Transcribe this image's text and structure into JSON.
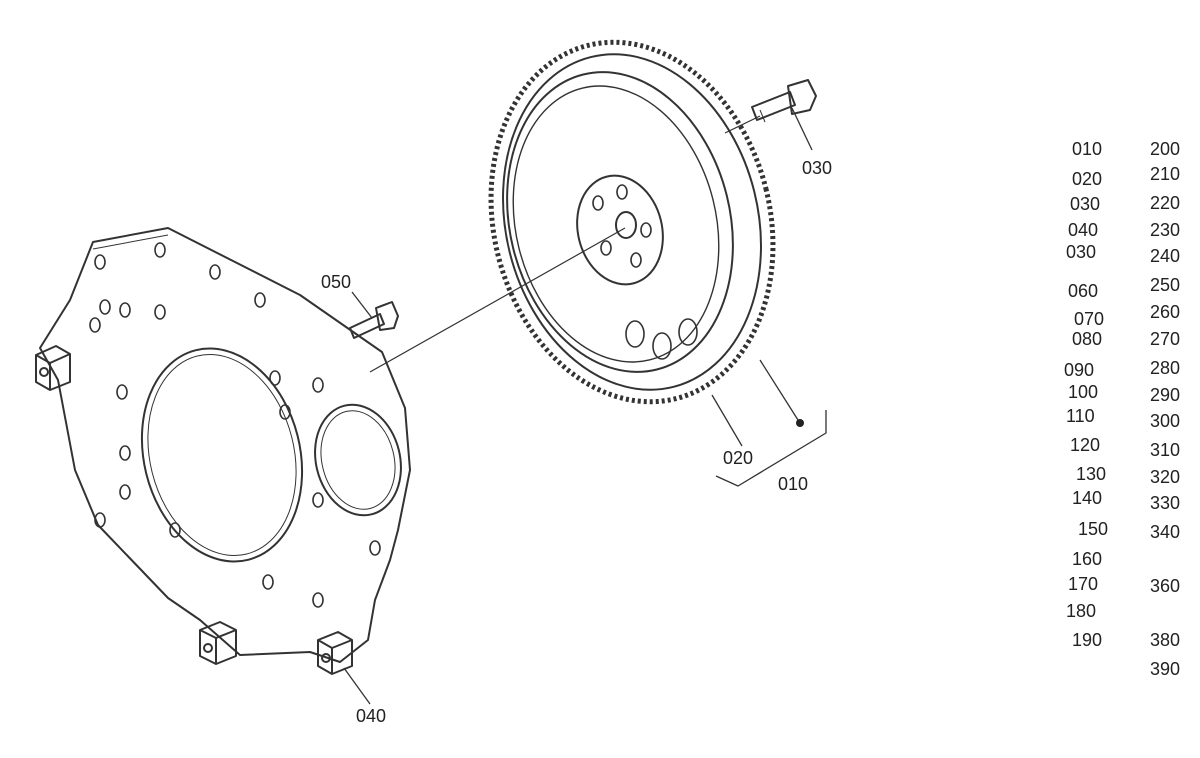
{
  "callouts": {
    "c010": "010",
    "c020": "020",
    "c030": "030",
    "c040": "040",
    "c050": "050"
  },
  "index": {
    "col1": [
      "010",
      "020",
      "030",
      "040",
      "030",
      "060",
      "070",
      "080",
      "090",
      "100",
      "110",
      "120",
      "130",
      "140",
      "150",
      "160",
      "170",
      "180",
      "190"
    ],
    "col2": [
      "200",
      "210",
      "220",
      "230",
      "240",
      "250",
      "260",
      "270",
      "280",
      "290",
      "300",
      "310",
      "320",
      "330",
      "340",
      "360",
      "380",
      "390"
    ]
  }
}
